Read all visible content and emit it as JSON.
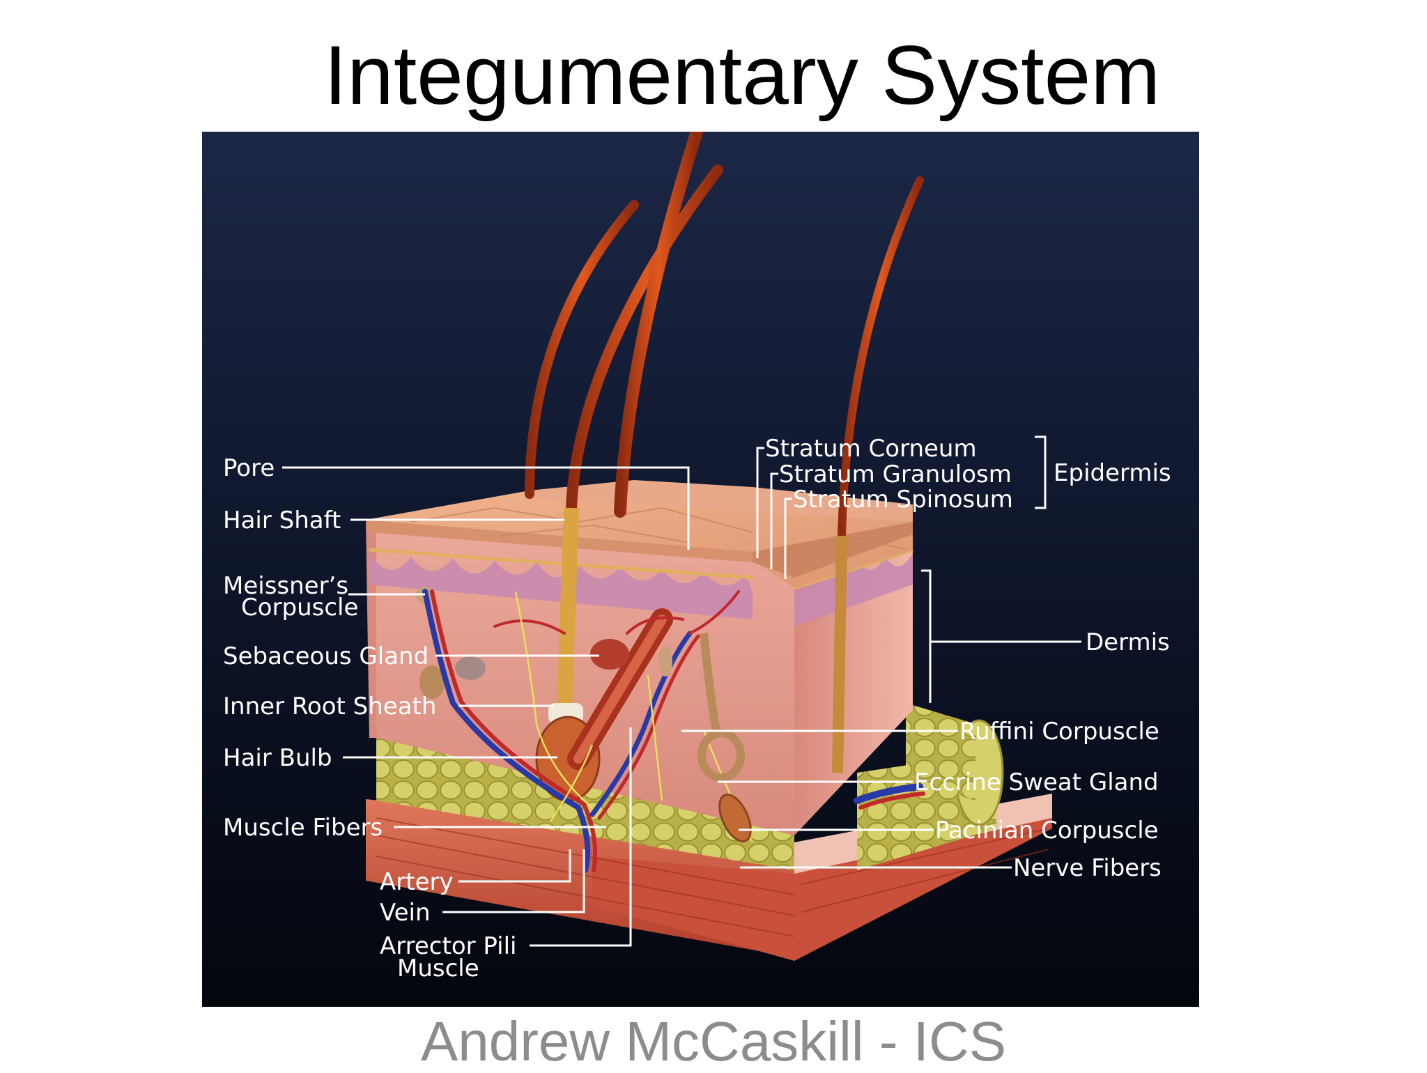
{
  "slide": {
    "title": "Integumentary System",
    "footer": "Andrew McCaskill - ICS"
  },
  "diagram": {
    "labels": {
      "pore": "Pore",
      "hair_shaft": "Hair Shaft",
      "meissners_line1": "Meissner’s",
      "meissners_line2": "Corpuscle",
      "sebaceous_gland": "Sebaceous Gland",
      "inner_root_sheath": "Inner Root Sheath",
      "hair_bulb": "Hair Bulb",
      "muscle_fibers": "Muscle Fibers",
      "artery": "Artery",
      "vein": "Vein",
      "arrector_line1": "Arrector Pili",
      "arrector_line2": "Muscle",
      "stratum_corneum": "Stratum Corneum",
      "stratum_granulosm": "Stratum Granulosm",
      "stratum_spinosum": "Stratum Spinosum",
      "epidermis": "Epidermis",
      "dermis": "Dermis",
      "ruffini": "Ruffini Corpuscle",
      "eccrine": "Eccrine Sweat Gland",
      "pacinian": "Pacinian Corpuscle",
      "nerve_fibers": "Nerve Fibers"
    },
    "colors": {
      "background_top": "#1c2746",
      "background_bottom": "#04060d",
      "skin_top": "#e7a27d",
      "dermis": "#e29a8c",
      "papillae": "#c98ab0",
      "fat": "#c9c35a",
      "muscle": "#c9513b",
      "hair": "#c2401a",
      "artery": "#c0282a",
      "vein": "#2a39a8",
      "nerve": "#e8e05a",
      "label_text": "#ffffff"
    }
  }
}
